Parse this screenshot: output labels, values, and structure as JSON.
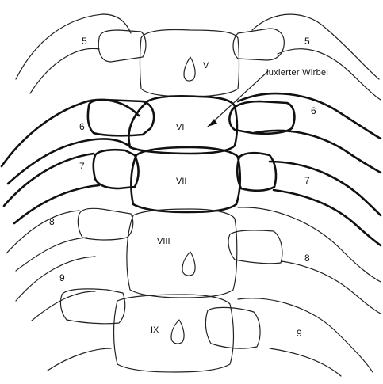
{
  "figure": {
    "annotation": "luxierter Wirbel",
    "vertebrae": [
      "V",
      "VI",
      "VII",
      "VIII",
      "IX"
    ],
    "ribs": {
      "left": [
        "5",
        "6",
        "7",
        "8",
        "9"
      ],
      "right": [
        "5",
        "6",
        "7",
        "8",
        "9"
      ]
    }
  }
}
